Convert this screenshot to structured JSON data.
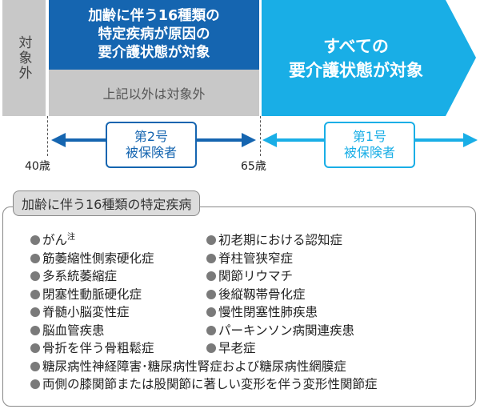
{
  "left_label": "対象外",
  "box_16": {
    "lines": [
      "加齢に伴う16種類の",
      "特定疾病が原因の",
      "要介護状態が対象"
    ]
  },
  "box_other": "上記以外は対象外",
  "box_all": {
    "lines": [
      "すべての",
      "要介護状態が対象"
    ]
  },
  "age_40": "40歳",
  "age_65": "65歳",
  "group2": {
    "lines": [
      "第2号",
      "被保険者"
    ]
  },
  "group1": {
    "lines": [
      "第1号",
      "被保険者"
    ]
  },
  "list_title": "加齢に伴う16種類の特定疾病",
  "diseases_left": [
    {
      "text": "がん",
      "note": "注"
    },
    {
      "text": "筋萎縮性側索硬化症"
    },
    {
      "text": "多系統萎縮症"
    },
    {
      "text": "閉塞性動脈硬化症"
    },
    {
      "text": "脊髄小脳変性症"
    },
    {
      "text": "脳血管疾患"
    },
    {
      "text": "骨折を伴う骨粗鬆症"
    }
  ],
  "diseases_right": [
    "初老期における認知症",
    "脊柱管狭窄症",
    "関節リウマチ",
    "後縦靱帯骨化症",
    "慢性閉塞性肺疾患",
    "パーキンソン病関連疾患",
    "早老症"
  ],
  "diseases_full": [
    "糖尿病性神経障害･糖尿病性腎症および糖尿病性網膜症",
    "両側の膝関節または股関節に著しい変形を伴う変形性関節症"
  ],
  "colors": {
    "dark_blue": "#1565b0",
    "light_blue": "#19aee6",
    "gray": "#c8c8c8",
    "bullet": "#7a7a7a"
  }
}
